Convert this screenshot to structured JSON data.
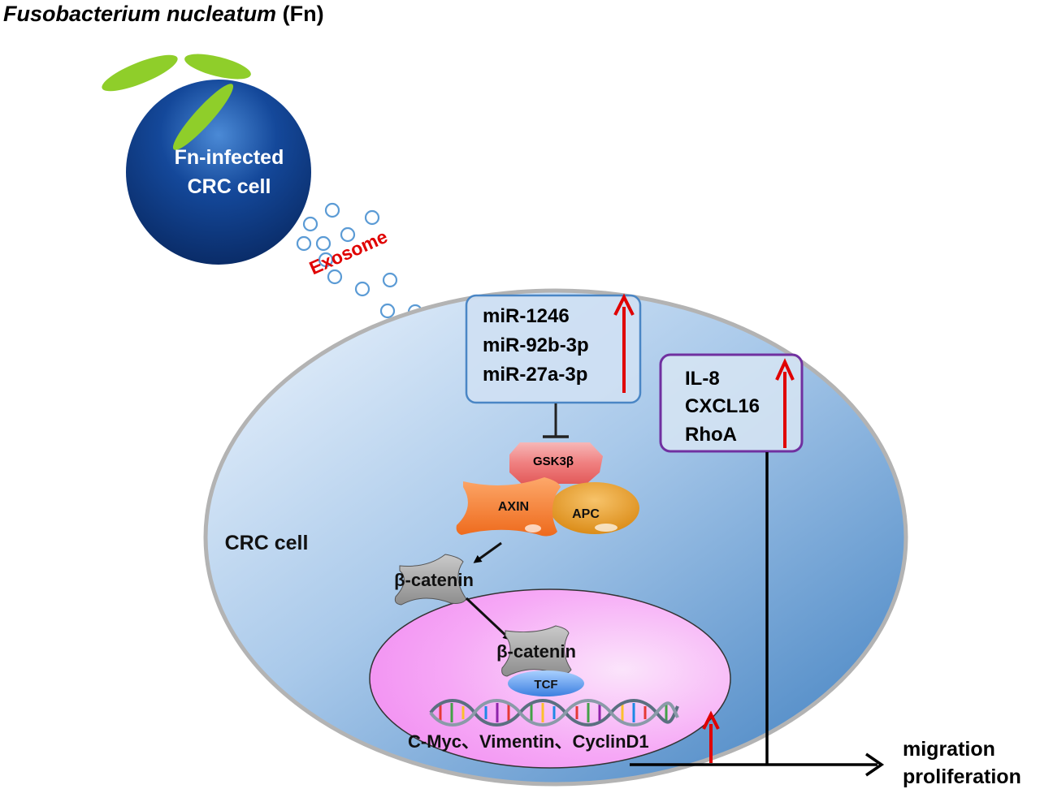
{
  "title": {
    "species": "Fusobacterium nucleatum",
    "abbrev": "(Fn)"
  },
  "infected_cell": {
    "line1": "Fn-infected",
    "line2": "CRC cell"
  },
  "exosome_label": "Exosome",
  "crc_cell_label": "CRC cell",
  "mirna": {
    "items": [
      "miR-1246",
      "miR-92b-3p",
      "miR-27a-3p"
    ]
  },
  "cytokines": {
    "items": [
      "IL-8",
      "CXCL16",
      "RhoA"
    ]
  },
  "proteins": {
    "gsk3b": "GSK3β",
    "axin": "AXIN",
    "apc": "APC",
    "beta_catenin_cyto": "β-catenin",
    "beta_catenin_nuc": "β-catenin",
    "tcf": "TCF"
  },
  "target_genes": "C-Myc、Vimentin、CyclinD1",
  "outcomes": {
    "line1": "migration",
    "line2": "proliferation"
  },
  "colors": {
    "up_arrow": "#e00000",
    "exosome_text": "#e00000",
    "mirna_box_border": "#4a86c5",
    "cytokine_box_border": "#7030a0",
    "bacteria": "#8fce2a"
  }
}
